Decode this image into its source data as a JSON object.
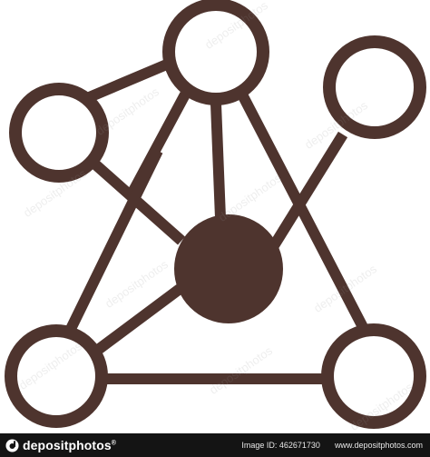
{
  "colors": {
    "stroke": "#4e342e",
    "background": "#ffffff",
    "footer": "#141414"
  },
  "icon": "molecular-network-icon",
  "watermark": "depositphotos",
  "footer": {
    "brand": "depositphotos",
    "brand_mark": "®",
    "image_id": "Image ID: 462671730",
    "site": "www.depositphotos.com"
  }
}
